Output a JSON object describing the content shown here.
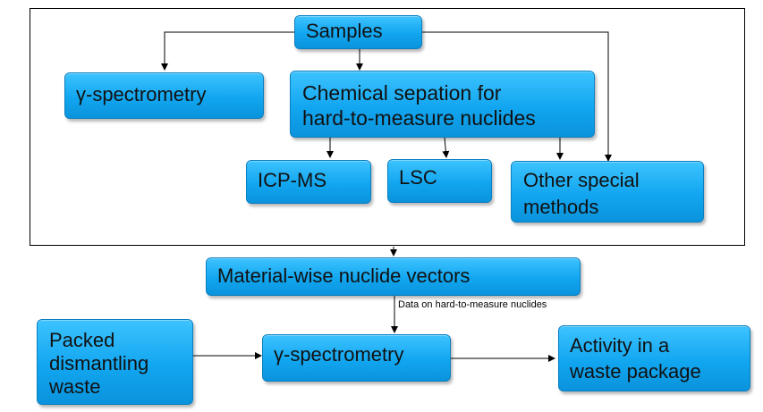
{
  "nodes": {
    "samples": "Samples",
    "gamma_top": "γ-spectrometry",
    "chem_sep": "Chemical sepation for\nhard-to-measure nuclides",
    "icpms": "ICP-MS",
    "lsc": "LSC",
    "other": "Other special\nmethods",
    "vectors": "Material-wise nuclide vectors",
    "packed": "Packed\ndismantling\nwaste",
    "gamma_bottom": "γ-spectrometry",
    "activity": "Activity in a\nwaste package"
  },
  "edge_label": "Data on hard-to-measure nuclides",
  "colors": {
    "box": "#12a6f0",
    "box_border": "#0a7fc0",
    "line": "#000000"
  }
}
